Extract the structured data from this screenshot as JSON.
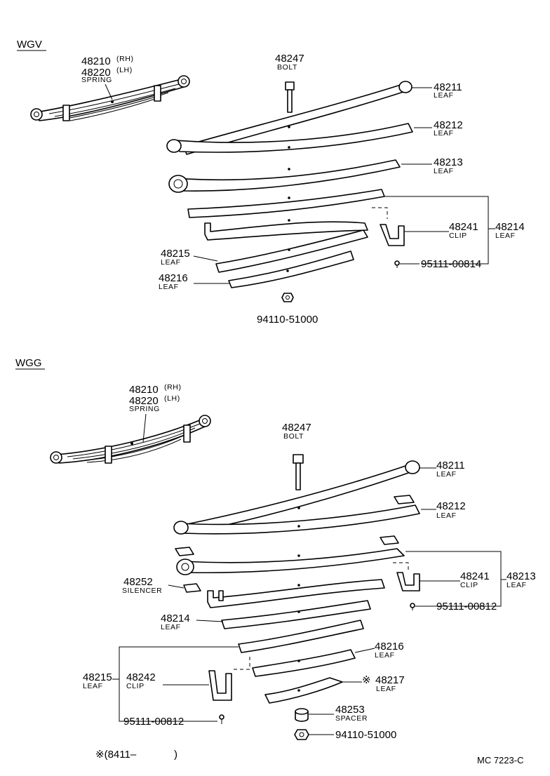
{
  "wgv": {
    "section": "WGV",
    "spring": {
      "rh": "48210",
      "rh_note": "(RH)",
      "lh": "48220",
      "lh_note": "(LH)",
      "label": "SPRING"
    },
    "bolt": {
      "num": "48247",
      "label": "BOLT"
    },
    "leaf1": {
      "num": "48211",
      "label": "LEAF"
    },
    "leaf2": {
      "num": "48212",
      "label": "LEAF"
    },
    "leaf3": {
      "num": "48213",
      "label": "LEAF"
    },
    "leaf4": {
      "num": "48214",
      "label": "LEAF"
    },
    "clip": {
      "num": "48241",
      "label": "CLIP"
    },
    "rivet": {
      "num": "95111-00814"
    },
    "leaf5": {
      "num": "48215",
      "label": "LEAF"
    },
    "leaf6": {
      "num": "48216",
      "label": "LEAF"
    },
    "nut": {
      "num": "94110-51000"
    }
  },
  "wgg": {
    "section": "WGG",
    "spring": {
      "rh": "48210",
      "rh_note": "(RH)",
      "lh": "48220",
      "lh_note": "(LH)",
      "label": "SPRING"
    },
    "bolt": {
      "num": "48247",
      "label": "BOLT"
    },
    "leaf1": {
      "num": "48211",
      "label": "LEAF"
    },
    "leaf2": {
      "num": "48212",
      "label": "LEAF"
    },
    "leaf3": {
      "num": "48213",
      "label": "LEAF"
    },
    "clip1": {
      "num": "48241",
      "label": "CLIP"
    },
    "rivet1": {
      "num": "95111-00812"
    },
    "silencer": {
      "num": "48252",
      "label": "SILENCER"
    },
    "leaf4": {
      "num": "48214",
      "label": "LEAF"
    },
    "leaf5": {
      "num": "48215",
      "label": "LEAF"
    },
    "clip2": {
      "num": "48242",
      "label": "CLIP"
    },
    "rivet2": {
      "num": "95111-00812"
    },
    "leaf6": {
      "num": "48216",
      "label": "LEAF"
    },
    "leaf7": {
      "num": "48217",
      "label": "LEAF",
      "mark": "※"
    },
    "spacer": {
      "num": "48253",
      "label": "SPACER"
    },
    "nut": {
      "num": "94110-51000"
    }
  },
  "footnote": {
    "text": "※(8411–",
    "close": ")"
  },
  "doc_code": "MC  7223-C"
}
